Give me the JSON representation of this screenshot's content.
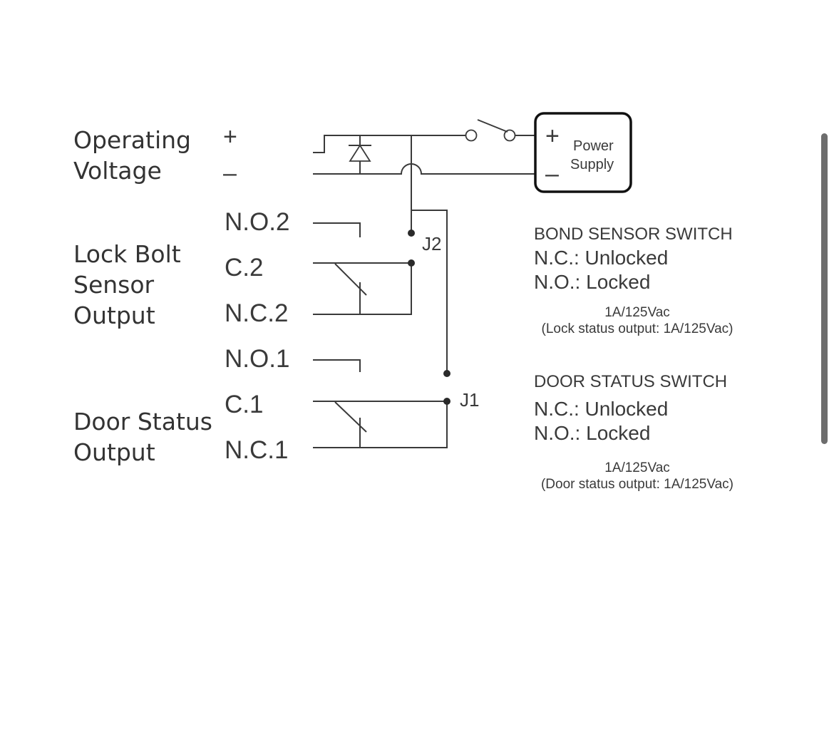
{
  "diagram": {
    "voltage_label": [
      "Operating",
      "Voltage"
    ],
    "plus_sign": "+",
    "minus_sign": "–",
    "power_supply": {
      "plus": "+",
      "minus": "–",
      "label": [
        "Power",
        "Supply"
      ]
    },
    "lock_bolt_label": [
      "Lock Bolt",
      "Sensor",
      "Output"
    ],
    "door_status_label": [
      "Door Status",
      "Output"
    ],
    "terminals": {
      "no2": "N.O.2",
      "c2": "C.2",
      "nc2": "N.C.2",
      "no1": "N.O.1",
      "c1": "C.1",
      "nc1": "N.C.1"
    },
    "jumpers": {
      "j2": "J2",
      "j1": "J1"
    },
    "bond_sensor": {
      "heading": "BOND SENSOR SWITCH",
      "nc": "N.C.: Unlocked",
      "no": "N.O.: Locked",
      "rating": "1A/125Vac",
      "rating_note": "(Lock status output: 1A/125Vac)"
    },
    "door_status": {
      "heading": "DOOR STATUS SWITCH",
      "nc": "N.C.: Unlocked",
      "no": "N.O.: Locked",
      "rating": "1A/125Vac",
      "rating_note": "(Door status output: 1A/125Vac)"
    }
  },
  "ui": {
    "scrollbar": "vertical-scrollbar"
  }
}
